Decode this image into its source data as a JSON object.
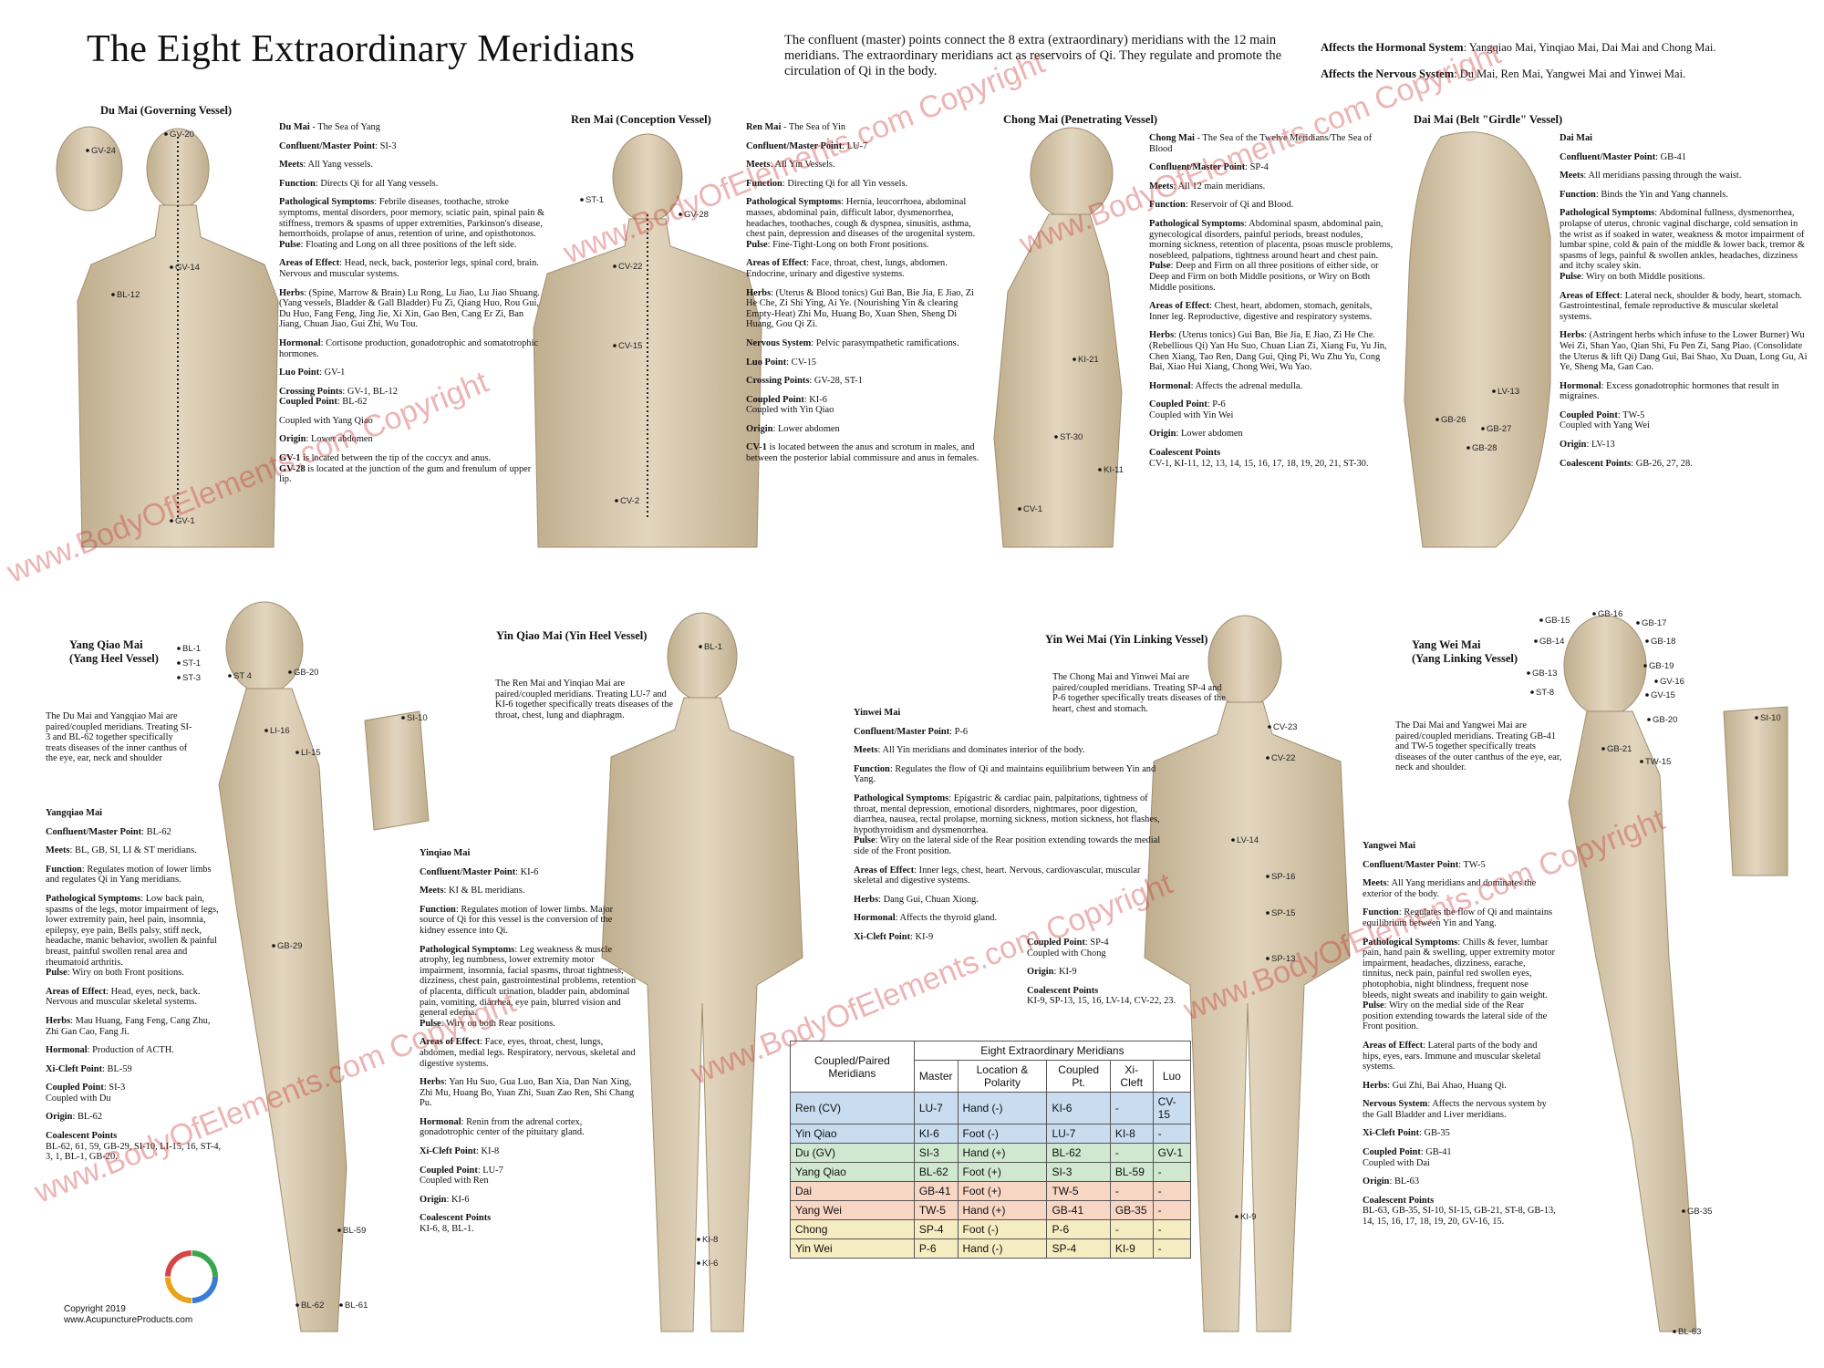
{
  "title": "The Eight Extraordinary Meridians",
  "intro": "The confluent (master) points connect the 8 extra (extraordinary) meridians with the 12 main meridians. The extraordinary meridians act as reservoirs of Qi. They regulate and promote the circulation of Qi in the body.",
  "affects": {
    "hormonal_label": "Affects the Hormonal System",
    "hormonal_text": ": Yangqiao Mai, Yinqiao Mai, Dai Mai and Chong Mai.",
    "nervous_label": "Affects the Nervous System",
    "nervous_text": ": Du Mai, Ren Mai, Yangwei Mai and Yinwei Mai."
  },
  "watermark": "www.BodyOfElements.com Copyright",
  "copyright": {
    "line1": "Copyright 2019",
    "line2": "www.AcupunctureProducts.com"
  },
  "colors": {
    "skin": "#d9cbb3",
    "skin_shadow": "#b8a684",
    "table_blue": "#c9dcf0",
    "table_green": "#cfe8cf",
    "table_orange": "#f8d6c4",
    "table_yellow": "#f6ecc1"
  },
  "vessels": {
    "du": {
      "heading": "Du Mai (Governing Vessel)",
      "points": [
        "GV-24",
        "GV-20",
        "GV-14",
        "BL-12",
        "GV-1"
      ],
      "lines": [
        {
          "k": "Du Mai",
          "v": " - The Sea of Yang"
        },
        {
          "k": "Confluent/Master Point",
          "v": ": SI-3"
        },
        {
          "k": "Meets",
          "v": ": All Yang vessels."
        },
        {
          "k": "Function",
          "v": ": Directs Qi for all Yang vessels."
        },
        {
          "k": "Pathological Symptoms",
          "v": ": Febrile diseases, toothache, stroke symptoms, mental disorders, poor memory, sciatic pain, spinal pain & stiffness, tremors & spasms of upper extremities, Parkinson's disease, hemorrhoids, prolapse of anus, retention of urine, and opisthotonos.",
          "k2": "Pulse",
          "v2": ": Floating and Long on all three positions of the left side."
        },
        {
          "k": "Areas of Effect",
          "v": ": Head, neck, back, posterior legs, spinal cord, brain. Nervous and muscular systems."
        },
        {
          "k": "Herbs",
          "v": ": (Spine, Marrow & Brain) Lu Rong, Lu Jiao, Lu Jiao Shuang. (Yang vessels, Bladder & Gall Bladder) Fu Zi, Qiang Huo, Rou Gui, Du Huo, Fang Feng, Jing Jie, Xi Xin, Gao Ben, Cang Er Zi, Ban Jiang, Chuan Jiao, Gui Zhi, Wu Tou."
        },
        {
          "k": "Hormonal",
          "v": ": Cortisone production, gonadotrophic and somatotrophic hormones."
        },
        {
          "k": "Luo Point",
          "v": ": GV-1"
        },
        {
          "k": "Crossing Points",
          "v": ": GV-1, BL-12",
          "k2": "Coupled Point",
          "v2": ": BL-62"
        },
        {
          "k": "",
          "v": "Coupled with Yang Qiao"
        },
        {
          "k": "Origin",
          "v": ": Lower abdomen"
        },
        {
          "k": "GV-1",
          "v": " is located between the tip of the coccyx and anus.",
          "k2": "GV-28",
          "v2": " is located at the junction of the gum and frenulum of upper lip."
        }
      ]
    },
    "ren": {
      "heading": "Ren Mai (Conception Vessel)",
      "points": [
        "ST-1",
        "GV-28",
        "CV-22",
        "CV-15",
        "CV-2"
      ],
      "lines": [
        {
          "k": "Ren Mai",
          "v": " - The Sea of Yin"
        },
        {
          "k": "Confluent/Master Point",
          "v": ": LU-7"
        },
        {
          "k": "Meets",
          "v": ": All Yin Vessels."
        },
        {
          "k": "Function",
          "v": ": Directing Qi for all Yin vessels."
        },
        {
          "k": "Pathological Symptoms",
          "v": ": Hernia, leucorrhoea, abdominal masses, abdominal pain, difficult labor, dysmenorrhea, headaches, toothaches, cough & dyspnea, sinusitis, asthma, chest pain, depression and diseases of the urogenital system.",
          "k2": "Pulse",
          "v2": ": Fine-Tight-Long on both Front positions."
        },
        {
          "k": "Areas of Effect",
          "v": ": Face, throat, chest, lungs, abdomen. Endocrine, urinary and digestive systems."
        },
        {
          "k": "Herbs",
          "v": ": (Uterus & Blood tonics) Gui Ban, Bie Jia, E Jiao, Zi He Che, Zi Shi Ying, Ai Ye. (Nourishing Yin & clearing Empty-Heat) Zhi Mu, Huang Bo, Xuan Shen, Sheng Di Huang, Gou Qi Zi."
        },
        {
          "k": "Nervous System",
          "v": ": Pelvic parasympathetic ramifications."
        },
        {
          "k": "Luo Point",
          "v": ": CV-15"
        },
        {
          "k": "Crossing Points",
          "v": ": GV-28, ST-1"
        },
        {
          "k": "Coupled Point",
          "v": ": KI-6",
          "k2": "",
          "v2": "Coupled with Yin Qiao"
        },
        {
          "k": "Origin",
          "v": ": Lower abdomen"
        },
        {
          "k": "CV-1",
          "v": " is located between the anus and scrotum in males, and between the posterior labial commissure and anus in females."
        }
      ]
    },
    "chong": {
      "heading": "Chong Mai (Penetrating Vessel)",
      "points": [
        "KI-21",
        "ST-30",
        "KI-11",
        "CV-1"
      ],
      "lines": [
        {
          "k": "Chong Mai",
          "v": " - The Sea of the Twelve Meridians/The Sea of Blood"
        },
        {
          "k": "Confluent/Master Point",
          "v": ": SP-4"
        },
        {
          "k": "Meets",
          "v": ": All 12 main meridians."
        },
        {
          "k": "Function",
          "v": ": Reservoir of Qi and Blood."
        },
        {
          "k": "Pathological Symptoms",
          "v": ": Abdominal spasm, abdominal pain, gynecological disorders, painful periods, breast nodules, morning sickness, retention of placenta, psoas muscle problems, nosebleed, palpations, tightness around heart and chest pain.",
          "k2": "Pulse",
          "v2": ": Deep and Firm on all three positions of either side, or Deep and Firm on both Middle positions, or Wiry on Both Middle positions."
        },
        {
          "k": "Areas of Effect",
          "v": ": Chest, heart, abdomen, stomach, genitals, Inner leg. Reproductive, digestive and respiratory systems."
        },
        {
          "k": "Herbs",
          "v": ": (Uterus tonics) Gui Ban, Bie Jia, E Jiao, Zi He Che. (Rebellious Qi) Yan Hu Suo, Chuan Lian Zi, Xiang Fu, Yu Jin, Chen Xiang, Tao Ren, Dang Gui, Qing Pi, Wu Zhu Yu, Cong Bai, Xiao Hui Xiang, Chong Wei, Wu Yao."
        },
        {
          "k": "Hormonal",
          "v": ": Affects the adrenal medulla."
        },
        {
          "k": "Coupled Point",
          "v": ": P-6",
          "k2": "",
          "v2": "Coupled with Yin Wei"
        },
        {
          "k": "Origin",
          "v": ": Lower abdomen"
        },
        {
          "k": "Coalescent Points",
          "v": "",
          "k2": "",
          "v2": "CV-1, KI-11, 12, 13, 14, 15, 16, 17, 18, 19, 20, 21, ST-30."
        }
      ]
    },
    "dai": {
      "heading": "Dai Mai (Belt \"Girdle\" Vessel)",
      "points": [
        "LV-13",
        "GB-26",
        "GB-27",
        "GB-28"
      ],
      "lines": [
        {
          "k": "Dai Mai",
          "v": ""
        },
        {
          "k": "Confluent/Master Point",
          "v": ": GB-41"
        },
        {
          "k": "Meets",
          "v": ": All meridians passing through the waist."
        },
        {
          "k": "Function",
          "v": ": Binds the Yin and Yang channels."
        },
        {
          "k": "Pathological Symptoms",
          "v": ": Abdominal fullness, dysmenorrhea, prolapse of uterus, chronic vaginal discharge, cold sensation in the wrist as if soaked in water, weakness & motor impairment of lumbar spine, cold & pain of the middle & lower back, tremor & spasms of legs, painful & swollen ankles, headaches, dizziness and itchy scaley skin.",
          "k2": "Pulse",
          "v2": ": Wiry on both Middle positions."
        },
        {
          "k": "Areas of Effect",
          "v": ": Lateral neck, shoulder & body, heart, stomach. Gastrointestinal, female reproductive & muscular skeletal systems."
        },
        {
          "k": "Herbs",
          "v": ": (Astringent herbs which infuse to the Lower Burner) Wu Wei Zi, Shan Yao, Qian Shi, Fu Pen Zi, Sang Piao. (Consolidate the Uterus & lift Qi) Dang Gui, Bai Shao, Xu Duan, Long Gu, Ai Ye, Sheng Ma, Gan Cao."
        },
        {
          "k": "Hormonal",
          "v": ": Excess gonadotrophic hormones that result in migraines."
        },
        {
          "k": "Coupled Point",
          "v": ": TW-5",
          "k2": "",
          "v2": "Coupled with Yang Wei"
        },
        {
          "k": "Origin",
          "v": ": LV-13"
        },
        {
          "k": "Coalescent Points",
          "v": ": GB-26, 27, 28."
        }
      ]
    },
    "yangqiao": {
      "heading1": "Yang Qiao Mai",
      "heading2": "(Yang Heel Vessel)",
      "points": [
        "BL-1",
        "ST-1",
        "ST-3",
        "ST 4",
        "GB-20",
        "LI-16",
        "LI-15",
        "SI-10",
        "GB-29",
        "BL-59",
        "BL-62",
        "BL-61"
      ],
      "note": "The Du Mai and Yangqiao Mai are paired/coupled meridians. Treating SI-3 and BL-62 together specifically treats diseases of the inner canthus of the eye, ear, neck and shoulder",
      "lines": [
        {
          "k": "Yangqiao Mai",
          "v": ""
        },
        {
          "k": "Confluent/Master Point",
          "v": ": BL-62"
        },
        {
          "k": "Meets",
          "v": ": BL, GB, SI, LI & ST meridians."
        },
        {
          "k": "Function",
          "v": ": Regulates motion of lower limbs and regulates Qi in Yang meridians."
        },
        {
          "k": "Pathological Symptoms",
          "v": ": Low back pain, spasms of the legs, motor impairment of legs, lower extremity pain, heel pain, insomnia, epilepsy, eye pain, Bells palsy, stiff neck, headache, manic behavior, swollen & painful breast, painful swollen renal area and rheumatoid arthritis.",
          "k2": "Pulse",
          "v2": ": Wiry on both Front positions."
        },
        {
          "k": "Areas of Effect",
          "v": ": Head, eyes, neck, back. Nervous and muscular skeletal systems."
        },
        {
          "k": "Herbs",
          "v": ": Mau Huang, Fang Feng, Cang Zhu, Zhi Gan Cao, Fang Ji."
        },
        {
          "k": "Hormonal",
          "v": ": Production of ACTH."
        },
        {
          "k": "Xi-Cleft Point",
          "v": ": BL-59"
        },
        {
          "k": "Coupled Point",
          "v": ": SI-3",
          "k2": "",
          "v2": "Coupled with Du"
        },
        {
          "k": "Origin",
          "v": ": BL-62"
        },
        {
          "k": "Coalescent Points",
          "v": "",
          "k2": "",
          "v2": "BL-62, 61, 59, GB-29, SI-10, LI-15, 16, ST-4, 3, 1, BL-1, GB-20."
        }
      ]
    },
    "yinqiao": {
      "heading": "Yin Qiao Mai (Yin Heel Vessel)",
      "points": [
        "BL-1",
        "KI-8",
        "KI-6"
      ],
      "note": "The Ren Mai and Yinqiao Mai are paired/coupled meridians. Treating LU-7 and KI-6 together specifically treats diseases of the throat, chest, lung and diaphragm.",
      "lines": [
        {
          "k": "Yinqiao Mai",
          "v": ""
        },
        {
          "k": "Confluent/Master Point",
          "v": ": KI-6"
        },
        {
          "k": "Meets",
          "v": ": KI & BL meridians."
        },
        {
          "k": "Function",
          "v": ": Regulates motion of lower limbs. Major source of Qi for this vessel is the conversion of the kidney essence into Qi."
        },
        {
          "k": "Pathological Symptoms",
          "v": ": Leg weakness & muscle atrophy, leg numbness, lower extremity motor impairment, insomnia, facial spasms, throat tightness, dizziness, chest pain, gastrointestinal problems, retention of placenta, difficult urination, bladder pain, abdominal pain, vomiting, diarrhea, eye pain, blurred vision and general edema.",
          "k2": "Pulse",
          "v2": ": Wiry on both Rear positions."
        },
        {
          "k": "Areas of Effect",
          "v": ": Face, eyes, throat, chest, lungs, abdomen, medial legs. Respiratory, nervous, skeletal and digestive systems."
        },
        {
          "k": "Herbs",
          "v": ": Yan Hu Suo, Gua Luo, Ban Xia, Dan Nan Xing, Zhi Mu, Huang Bo, Yuan Zhi, Suan Zao Ren, Shi Chang Pu."
        },
        {
          "k": "Hormonal",
          "v": ": Renin from the adrenal cortex, gonadotrophic center of the pituitary gland."
        },
        {
          "k": "Xi-Cleft Point",
          "v": ": KI-8"
        },
        {
          "k": "Coupled Point",
          "v": ": LU-7",
          "k2": "",
          "v2": "Coupled with Ren"
        },
        {
          "k": "Origin",
          "v": ": KI-6"
        },
        {
          "k": "Coalescent Points",
          "v": "",
          "k2": "",
          "v2": "KI-6, 8, BL-1."
        }
      ]
    },
    "yinwei": {
      "heading": "Yin Wei Mai (Yin Linking Vessel)",
      "points": [
        "CV-23",
        "CV-22",
        "LV-14",
        "SP-16",
        "SP-15",
        "SP-13",
        "KI-9"
      ],
      "note": "The Chong Mai and Yinwei Mai are paired/coupled meridians. Treating SP-4 and P-6 together specifically treats diseases of the heart, chest and stomach.",
      "lines": [
        {
          "k": "Yinwei Mai",
          "v": ""
        },
        {
          "k": "Confluent/Master Point",
          "v": ": P-6"
        },
        {
          "k": "Meets",
          "v": ": All Yin meridians and dominates interior of the body."
        },
        {
          "k": "Function",
          "v": ": Regulates the flow of Qi and maintains equilibrium between Yin and Yang."
        },
        {
          "k": "Pathological Symptoms",
          "v": ": Epigastric & cardiac pain, palpitations, tightness of throat, mental depression, emotional disorders, nightmares, poor digestion, diarrhea, nausea, rectal prolapse, morning sickness, motion sickness, hot flashes, hypothyroidism and dysmenorrhea.",
          "k2": "Pulse",
          "v2": ": Wiry on the lateral side of the Rear position extending towards the medial side of the Front position."
        },
        {
          "k": "Areas of Effect",
          "v": ": Inner legs, chest, heart. Nervous, cardiovascular, muscular skeletal and digestive systems."
        },
        {
          "k": "Herbs",
          "v": ": Dang Gui, Chuan Xiong."
        },
        {
          "k": "Hormonal",
          "v": ": Affects the thyroid gland."
        },
        {
          "k": "Xi-Cleft Point",
          "v": ": KI-9"
        }
      ],
      "lines2": [
        {
          "k": "Coupled Point",
          "v": ": SP-4",
          "k2": "",
          "v2": "Coupled with Chong"
        },
        {
          "k": "Origin",
          "v": ": KI-9"
        },
        {
          "k": "Coalescent Points",
          "v": "",
          "k2": "",
          "v2": "KI-9, SP-13, 15, 16, LV-14, CV-22, 23."
        }
      ]
    },
    "yangwei": {
      "heading1": "Yang Wei Mai",
      "heading2": "(Yang Linking Vessel)",
      "points": [
        "GB-15",
        "GB-16",
        "GB-17",
        "GB-14",
        "GB-18",
        "GB-13",
        "GB-19",
        "ST-8",
        "GV-16",
        "GV-15",
        "SI-10",
        "GB-20",
        "GB-21",
        "TW-15",
        "GB-35",
        "BL-63"
      ],
      "note": "The Dai Mai and Yangwei Mai are paired/coupled meridians. Treating GB-41 and TW-5 together specifically treats diseases of the outer canthus of the eye, ear, neck and shoulder.",
      "lines": [
        {
          "k": "Yangwei Mai",
          "v": ""
        },
        {
          "k": "Confluent/Master Point",
          "v": ": TW-5"
        },
        {
          "k": "Meets",
          "v": ": All Yang meridians and dominates the exterior of the body."
        },
        {
          "k": "Function",
          "v": ": Regulates the flow of Qi and maintains equilibrium between Yin and Yang."
        },
        {
          "k": "Pathological Symptoms",
          "v": ": Chills & fever, lumbar pain, hand pain & swelling, upper extremity motor impairment, headaches, dizziness, earache, tinnitus, neck pain, painful red swollen eyes, photophobia, night blindness, frequent nose bleeds, night sweats and inability to gain weight.",
          "k2": "Pulse",
          "v2": ": Wiry on the medial side of the Rear position extending towards the lateral side of the Front position."
        },
        {
          "k": "Areas of Effect",
          "v": ": Lateral parts of the body and hips, eyes, ears. Immune and muscular skeletal systems."
        },
        {
          "k": "Herbs",
          "v": ": Gui Zhi, Bai Ahao, Huang Qi."
        },
        {
          "k": "Nervous System",
          "v": ": Affects the nervous system by the Gall Bladder and Liver meridians."
        },
        {
          "k": "Xi-Cleft Point",
          "v": ": GB-35"
        },
        {
          "k": "Coupled Point",
          "v": ": GB-41",
          "k2": "",
          "v2": "Coupled with Dai"
        },
        {
          "k": "Origin",
          "v": ": BL-63"
        },
        {
          "k": "Coalescent Points",
          "v": "",
          "k2": "",
          "v2": "BL-63, GB-35, SI-10, SI-15, GB-21, ST-8, GB-13, 14, 15, 16, 17, 18, 19, 20, GV-16, 15."
        }
      ]
    }
  },
  "table": {
    "head_left": "Coupled/Paired Meridians",
    "head_top": "Eight Extraordinary Meridians",
    "cols": [
      "Master",
      "Location & Polarity",
      "Coupled Pt.",
      "Xi-Cleft",
      "Luo"
    ],
    "rows": [
      {
        "m": "Ren (CV)",
        "master": "LU-7",
        "loc": "Hand (-)",
        "cp": "KI-6",
        "xi": "-",
        "luo": "CV-15",
        "group": "blue"
      },
      {
        "m": "Yin Qiao",
        "master": "KI-6",
        "loc": "Foot (-)",
        "cp": "LU-7",
        "xi": "KI-8",
        "luo": "-",
        "group": "blue"
      },
      {
        "m": "Du (GV)",
        "master": "SI-3",
        "loc": "Hand (+)",
        "cp": "BL-62",
        "xi": "-",
        "luo": "GV-1",
        "group": "green"
      },
      {
        "m": "Yang Qiao",
        "master": "BL-62",
        "loc": "Foot (+)",
        "cp": "SI-3",
        "xi": "BL-59",
        "luo": "-",
        "group": "green"
      },
      {
        "m": "Dai",
        "master": "GB-41",
        "loc": "Foot (+)",
        "cp": "TW-5",
        "xi": "-",
        "luo": "-",
        "group": "orange"
      },
      {
        "m": "Yang Wei",
        "master": "TW-5",
        "loc": "Hand (+)",
        "cp": "GB-41",
        "xi": "GB-35",
        "luo": "-",
        "group": "orange"
      },
      {
        "m": "Chong",
        "master": "SP-4",
        "loc": "Foot (-)",
        "cp": "P-6",
        "xi": "-",
        "luo": "-",
        "group": "yellow"
      },
      {
        "m": "Yin Wei",
        "master": "P-6",
        "loc": "Hand (-)",
        "cp": "SP-4",
        "xi": "KI-9",
        "luo": "-",
        "group": "yellow"
      }
    ]
  }
}
